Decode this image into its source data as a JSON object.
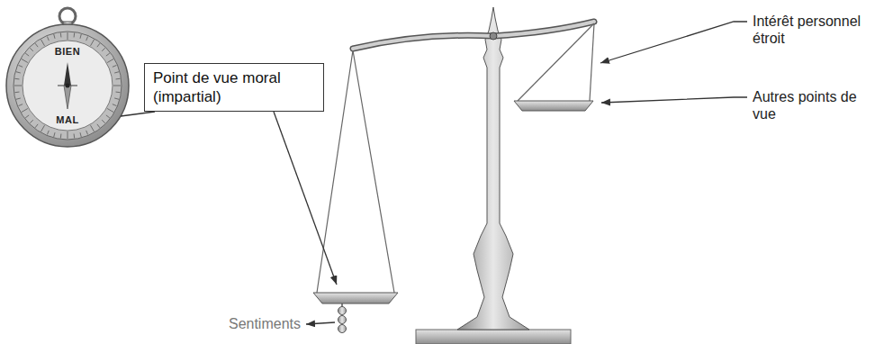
{
  "diagram": {
    "nodes": [
      {
        "text": [
          "Point de vue moral (impartial)"
        ]
      }
    ],
    "labels": [
      "BIEN",
      "MAL",
      "Intérêt personnel étroit",
      "Autres points de vue",
      "Sentiments"
    ]
  }
}
